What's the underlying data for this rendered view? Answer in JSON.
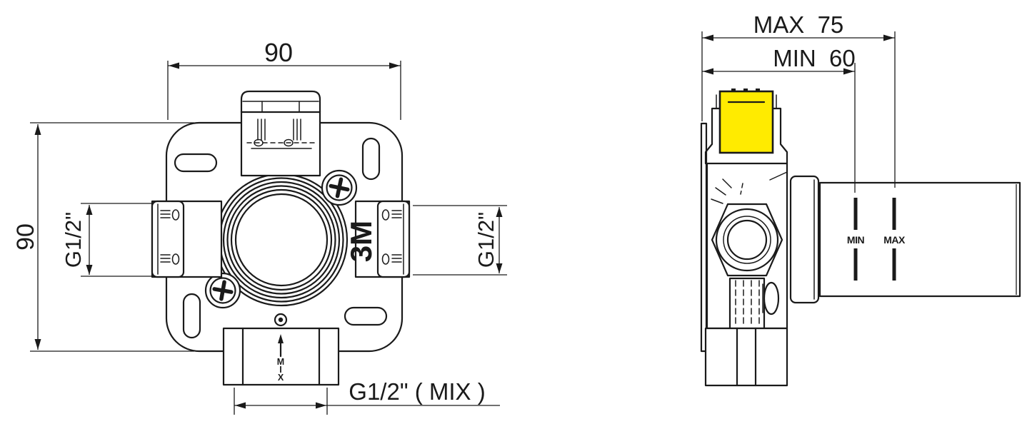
{
  "drawing": {
    "type": "technical-drawing-concealed-mixing-valve",
    "colors": {
      "line_color": "#1a1a1a",
      "highlight": "#ffeb00",
      "background": "#ffffff"
    },
    "front_view": {
      "dim_width": "90",
      "dim_height": "90",
      "port_left_label": "G1/2\"",
      "port_right_label": "G1/2\"",
      "port_bottom_label": "G1/2\" ( MIX )",
      "body_marking": "3M",
      "outlet_letters": [
        "M",
        "I",
        "X"
      ]
    },
    "side_view": {
      "dim_max": "MAX  75",
      "dim_min": "MIN  60",
      "wall_marker_min": "MIN",
      "wall_marker_max": "MAX"
    }
  }
}
